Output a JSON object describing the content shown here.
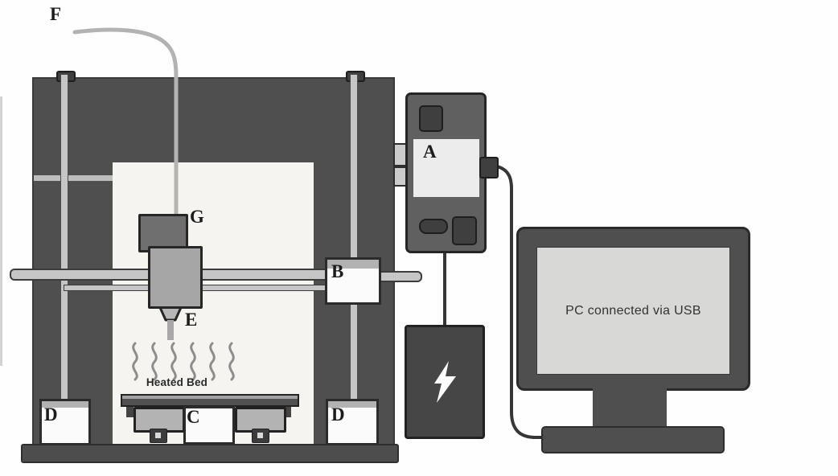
{
  "labels": {
    "f": "F",
    "g": "G",
    "e": "E",
    "b": "B",
    "c": "C",
    "d_left": "D",
    "d_right": "D",
    "a": "A"
  },
  "texts": {
    "heated_bed": "Heated Bed",
    "monitor_screen": "PC connected via USB"
  },
  "icons": {
    "power_supply": "lightning-bolt-icon"
  },
  "colors": {
    "frame_dark": "#4f4f4f",
    "inner_white": "#f5f4f1",
    "rail_light": "#c6c6c6",
    "carriage_gray": "#a6a6a6",
    "motor_gray": "#6f6f6f",
    "controller_gray": "#606060",
    "psu_dark": "#464646",
    "screen_gray": "#d8d8d6",
    "cable_dark": "#363636",
    "label_text": "#1c1c1c"
  }
}
